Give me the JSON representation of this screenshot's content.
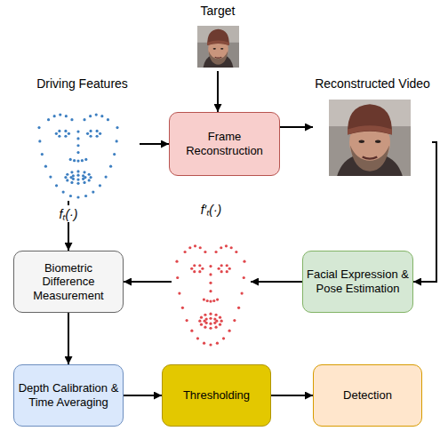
{
  "diagram": {
    "nodes": [
      {
        "text": [
          "Target"
        ]
      },
      {
        "text": [
          "Driving Features"
        ]
      },
      {
        "text": [
          "Frame Reconstruction"
        ]
      },
      {
        "text": [
          "Reconstructed Video"
        ]
      },
      {
        "text": [
          "Biometric Difference Measurement"
        ]
      },
      {
        "text": [
          "f′ₜ(·)"
        ]
      },
      {
        "text": [
          "Facial Expression & Pose Estimation"
        ]
      },
      {
        "text": [
          "Depth Calibration & Time Averaging"
        ]
      },
      {
        "text": [
          "Thresholding"
        ]
      },
      {
        "text": [
          "Detection"
        ]
      }
    ],
    "edges": [
      {
        "from": 0,
        "to": 2,
        "arrow": "to"
      },
      {
        "from": 1,
        "to": 2,
        "arrow": "to"
      },
      {
        "from": 2,
        "to": 3,
        "arrow": "to"
      },
      {
        "from": 3,
        "to": 6,
        "arrow": "to"
      },
      {
        "from": 6,
        "to": 5,
        "arrow": "to"
      },
      {
        "from": 5,
        "to": 4,
        "arrow": "to"
      },
      {
        "from": 1,
        "to": 4,
        "label": "fₜ(·)",
        "arrow": "to"
      },
      {
        "from": 4,
        "to": 7,
        "arrow": "to"
      },
      {
        "from": 7,
        "to": 8,
        "arrow": "to"
      },
      {
        "from": 8,
        "to": 9,
        "arrow": "to"
      }
    ]
  }
}
